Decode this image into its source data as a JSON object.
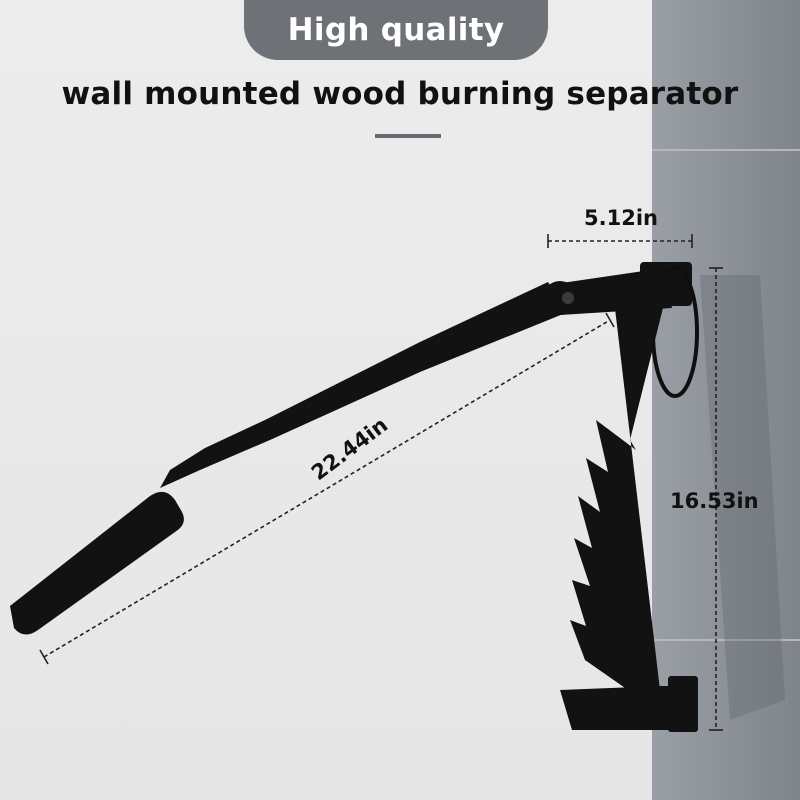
{
  "badge": {
    "label": "High quality"
  },
  "headline": {
    "text": "wall mounted wood burning separator"
  },
  "dimensions": {
    "width": "5.12in",
    "height": "16.53in",
    "length": "22.44in"
  },
  "colors": {
    "badge_bg": "#6e7176",
    "wall": "#8f949b",
    "product": "#111111"
  }
}
